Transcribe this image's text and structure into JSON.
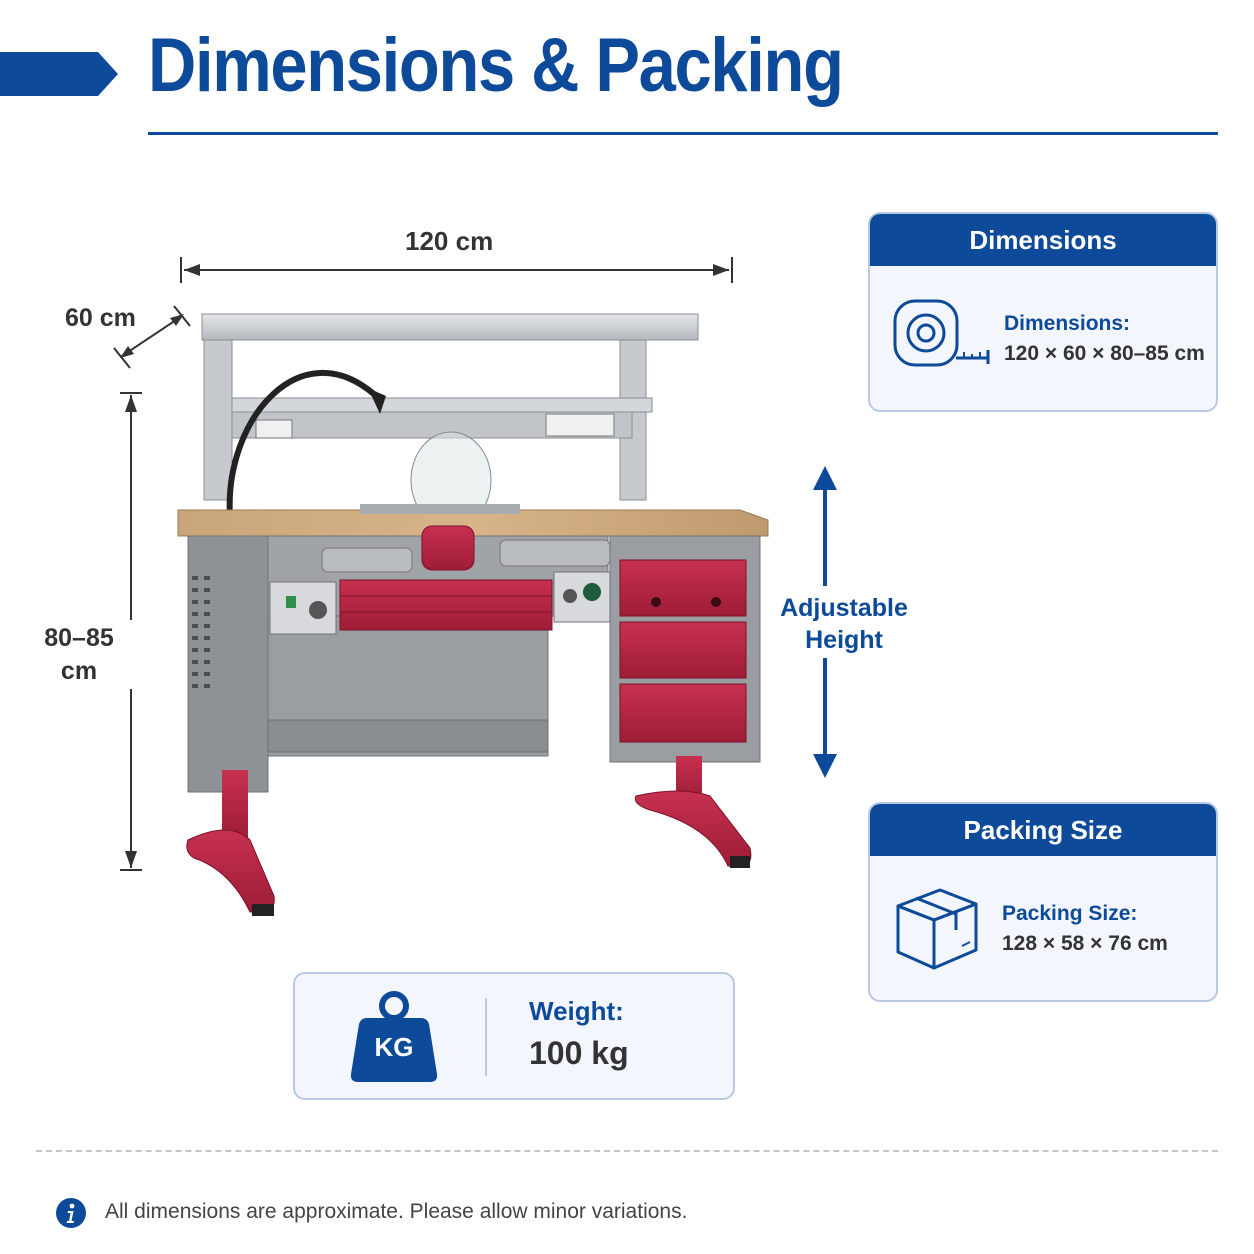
{
  "header": {
    "title": "Dimensions & Packing"
  },
  "diagram": {
    "width_label": "120 cm",
    "depth_label": "60 cm",
    "height_label_line1": "80–85",
    "height_label_line2": "cm",
    "adjustable_line1": "Adjustable",
    "adjustable_line2": "Height"
  },
  "dimensions_card": {
    "header": "Dimensions",
    "label": "Dimensions:",
    "value": "120 × 60 × 80–85 cm",
    "icon": "tape-measure-icon"
  },
  "packing_card": {
    "header": "Packing Size",
    "label": "Packing Size:",
    "value": "128 × 58 × 76 cm",
    "icon": "box-icon"
  },
  "weight_card": {
    "badge": "KG",
    "label": "Weight:",
    "value": "100 kg",
    "icon": "weight-icon"
  },
  "footer": {
    "note": "All dimensions are approximate. Please allow minor variations.",
    "icon": "info-icon"
  },
  "colors": {
    "brand_blue": "#0d4a99",
    "card_border": "#b9c8e3",
    "card_bg": "#f3f6fc",
    "bench_red": "#b0213f",
    "bench_gray": "#8e9196"
  }
}
